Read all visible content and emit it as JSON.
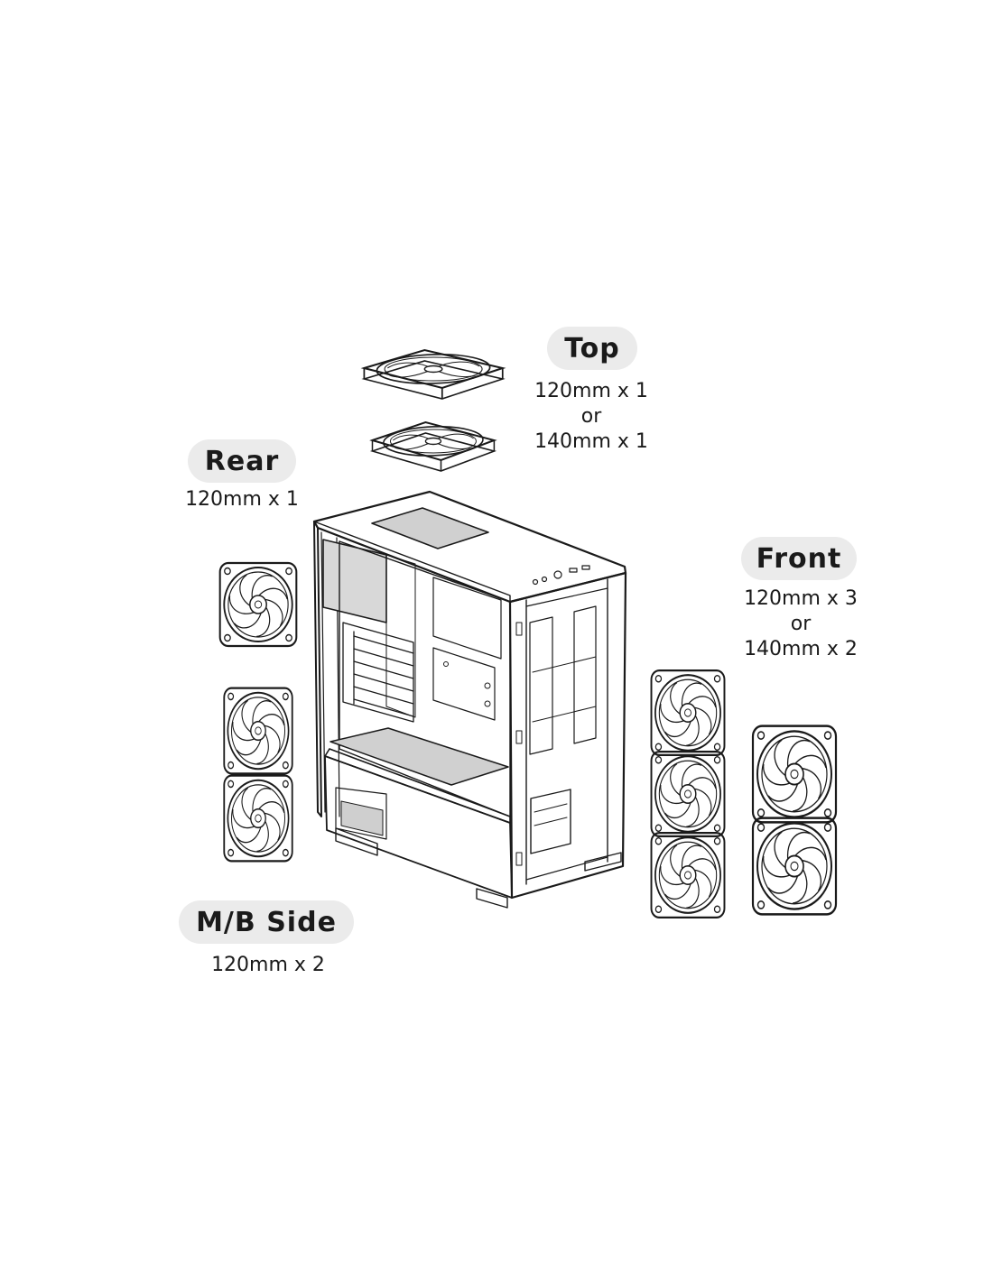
{
  "groups": {
    "top": {
      "title": "Top",
      "lines": [
        "120mm x 1",
        "or",
        "140mm x 1"
      ]
    },
    "rear": {
      "title": "Rear",
      "lines": [
        "120mm x 1"
      ]
    },
    "front": {
      "title": "Front",
      "lines": [
        "120mm x 3",
        "or",
        "140mm x 2"
      ]
    },
    "mb": {
      "title": "M/B Side",
      "lines": [
        "120mm x 2"
      ]
    }
  },
  "icons": [
    "fan-icon",
    "pc-case-icon"
  ],
  "colors": {
    "line": "#1a1a1a",
    "pill": "#ebebeb",
    "background": "#ffffff"
  }
}
